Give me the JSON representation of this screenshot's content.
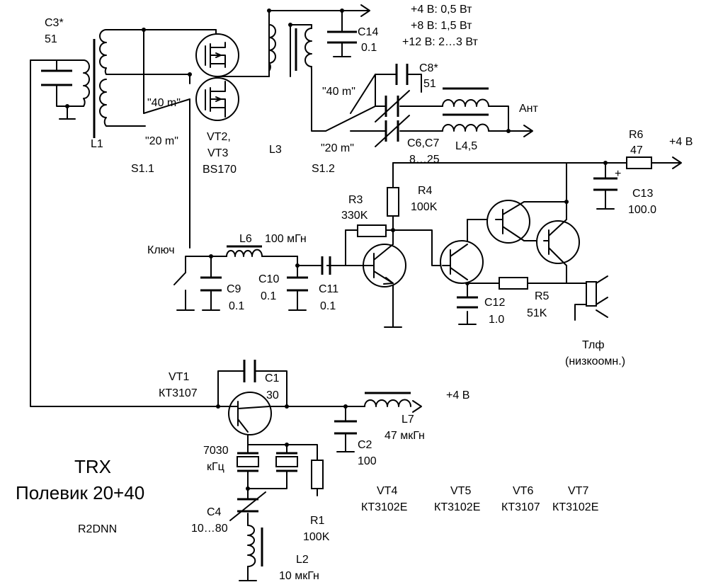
{
  "title": {
    "line1": "TRX",
    "line2": "Полевик 20+40",
    "author": "R2DNN"
  },
  "power_notes": [
    "+4 В: 0,5 Вт",
    "+8 В: 1,5 Вт",
    "+12 В: 2…3 Вт"
  ],
  "components": {
    "C3": {
      "ref": "C3*",
      "value": "51"
    },
    "L1": {
      "ref": "L1"
    },
    "S1_1": {
      "ref": "S1.1",
      "pos40": "\"40 m\"",
      "pos20": "\"20 m\""
    },
    "VT2_3": {
      "ref1": "VT2,",
      "ref2": "VT3",
      "type": "BS170"
    },
    "L3": {
      "ref": "L3"
    },
    "C14": {
      "ref": "C14",
      "value": "0.1"
    },
    "S1_2": {
      "ref": "S1.2",
      "pos40": "\"40 m\"",
      "pos20": "\"20 m\""
    },
    "C8": {
      "ref": "C8*",
      "value": "51"
    },
    "C6_7": {
      "ref": "C6,C7",
      "value": "8…25"
    },
    "L4_5": {
      "ref": "L4,5"
    },
    "ant": {
      "label": "Ант"
    },
    "R6": {
      "ref": "R6",
      "value": "47"
    },
    "supply_top": {
      "label": "+4 В"
    },
    "C13": {
      "ref": "C13",
      "value": "100.0",
      "plus": "+"
    },
    "R3": {
      "ref": "R3",
      "value": "330K"
    },
    "R4": {
      "ref": "R4",
      "value": "100K"
    },
    "key": {
      "label": "Ключ"
    },
    "L6": {
      "ref": "L6",
      "value": "100 мГн"
    },
    "C9": {
      "ref": "C9",
      "value": "0.1"
    },
    "C10": {
      "ref": "C10",
      "value": "0.1"
    },
    "C11": {
      "ref": "C11",
      "value": "0.1"
    },
    "C12": {
      "ref": "C12",
      "value": "1.0"
    },
    "R5": {
      "ref": "R5",
      "value": "51K"
    },
    "phones": {
      "line1": "Тлф",
      "line2": "(низкоомн.)"
    },
    "VT1": {
      "ref": "VT1",
      "type": "КТ3107"
    },
    "C1": {
      "ref": "C1",
      "value": "30"
    },
    "L7": {
      "ref": "L7",
      "value": "47 мкГн"
    },
    "supply_bottom": {
      "label": "+4 В"
    },
    "C2": {
      "ref": "C2",
      "value": "100"
    },
    "crystal": {
      "freq": "7030",
      "unit": "кГц"
    },
    "R1": {
      "ref": "R1",
      "value": "100K"
    },
    "C4": {
      "ref": "C4",
      "value": "10…80"
    },
    "L2": {
      "ref": "L2",
      "value": "10 мкГн"
    }
  },
  "transistor_table": [
    {
      "ref": "VT4",
      "type": "КТ3102Е"
    },
    {
      "ref": "VT5",
      "type": "КТ3102Е"
    },
    {
      "ref": "VT6",
      "type": "КТ3107"
    },
    {
      "ref": "VT7",
      "type": "КТ3102Е"
    }
  ]
}
